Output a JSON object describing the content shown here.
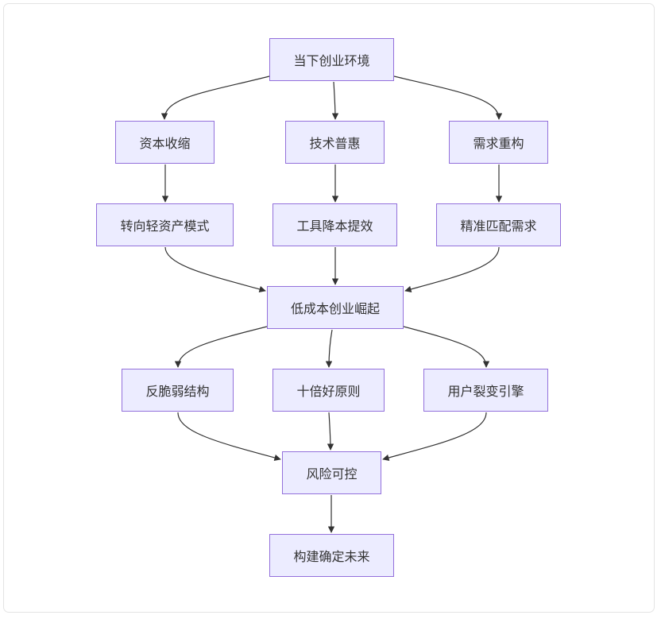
{
  "diagram": {
    "nodes": {
      "env": "当下创业环境",
      "cap": "资本收缩",
      "tech": "技术普惠",
      "dem": "需求重构",
      "light": "转向轻资产模式",
      "tool": "工具降本提效",
      "match": "精准匹配需求",
      "low": "低成本创业崛起",
      "anti": "反脆弱结构",
      "ten": "十倍好原则",
      "user": "用户裂变引擎",
      "risk": "风险可控",
      "future": "构建确定未来"
    },
    "edges": [
      [
        "env",
        "cap"
      ],
      [
        "env",
        "tech"
      ],
      [
        "env",
        "dem"
      ],
      [
        "cap",
        "light"
      ],
      [
        "tech",
        "tool"
      ],
      [
        "dem",
        "match"
      ],
      [
        "light",
        "low"
      ],
      [
        "tool",
        "low"
      ],
      [
        "match",
        "low"
      ],
      [
        "low",
        "anti"
      ],
      [
        "low",
        "ten"
      ],
      [
        "low",
        "user"
      ],
      [
        "anti",
        "risk"
      ],
      [
        "ten",
        "risk"
      ],
      [
        "user",
        "risk"
      ],
      [
        "risk",
        "future"
      ]
    ],
    "colors": {
      "node_fill": "#ececff",
      "node_border": "#9370db",
      "edge": "#333333",
      "text": "#333333"
    }
  }
}
